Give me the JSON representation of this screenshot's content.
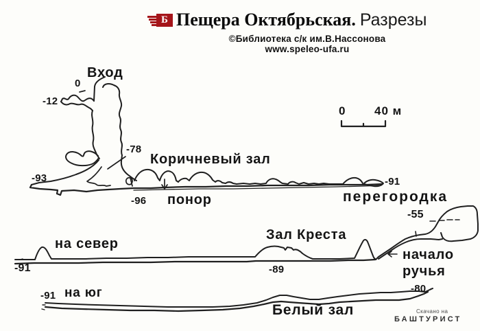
{
  "header": {
    "logo_letter": "Б",
    "title_bold": "Пещера Октябрьская.",
    "title_regular": "Разрезы",
    "subtitle": "©Библиотека с/к им.В.Нассонова",
    "website": "www.speleo-ufa.ru"
  },
  "scale_bar": {
    "start": "0",
    "end": "40 м"
  },
  "section_entrance": {
    "entrance_label": "Вход",
    "depth_0": "0",
    "depth_minus12": "-12",
    "depth_minus78": "-78",
    "depth_minus93": "-93",
    "depth_minus96": "-96",
    "ponor_label": "понор",
    "hall_label": "Коричневый зал",
    "depth_minus91": "-91",
    "partition_label": "перегородка"
  },
  "section_north": {
    "direction_label": "на север",
    "depth_minus91": "-91",
    "hall_label": "Зал Креста",
    "depth_minus89": "-89",
    "depth_minus55": "-55",
    "stream_label_line1": "начало",
    "stream_label_line2": "ручья"
  },
  "section_south": {
    "direction_label": "на юг",
    "depth_minus91": "-91",
    "hall_label": "Белый зал",
    "depth_minus80": "-80"
  },
  "watermark": {
    "line1": "Скачано на",
    "line2": "БАШТУРИСТ"
  },
  "colors": {
    "logo_red": "#a5151a",
    "ink": "#1f1f1f",
    "paper": "#fdfdfa"
  }
}
